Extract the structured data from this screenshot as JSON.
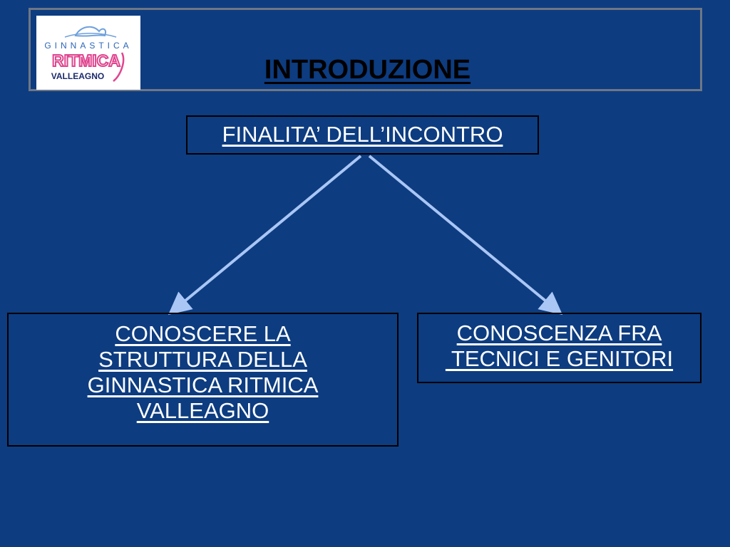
{
  "header": {
    "title": "INTRODUZIONE",
    "logo": {
      "line1": "GINNASTICA",
      "line2": "RITMICA",
      "line3": "VALLEAGNO",
      "colors": {
        "pink": "#e0458f",
        "blue": "#2b66b8",
        "navy": "#1b2a6b"
      }
    }
  },
  "diagram": {
    "root": "FINALITA’ DELL’INCONTRO",
    "left_child": [
      "CONOSCERE LA",
      "STRUTTURA DELLA",
      "GINNASTICA RITMICA",
      "VALLEAGNO"
    ],
    "right_child": [
      "CONOSCENZA FRA",
      " TECNICI E GENITORI"
    ],
    "connector_color": "#a9c6f5"
  },
  "theme": {
    "background": "#0d3c80",
    "title_color": "#000000",
    "box_text_color": "#ffffff"
  }
}
